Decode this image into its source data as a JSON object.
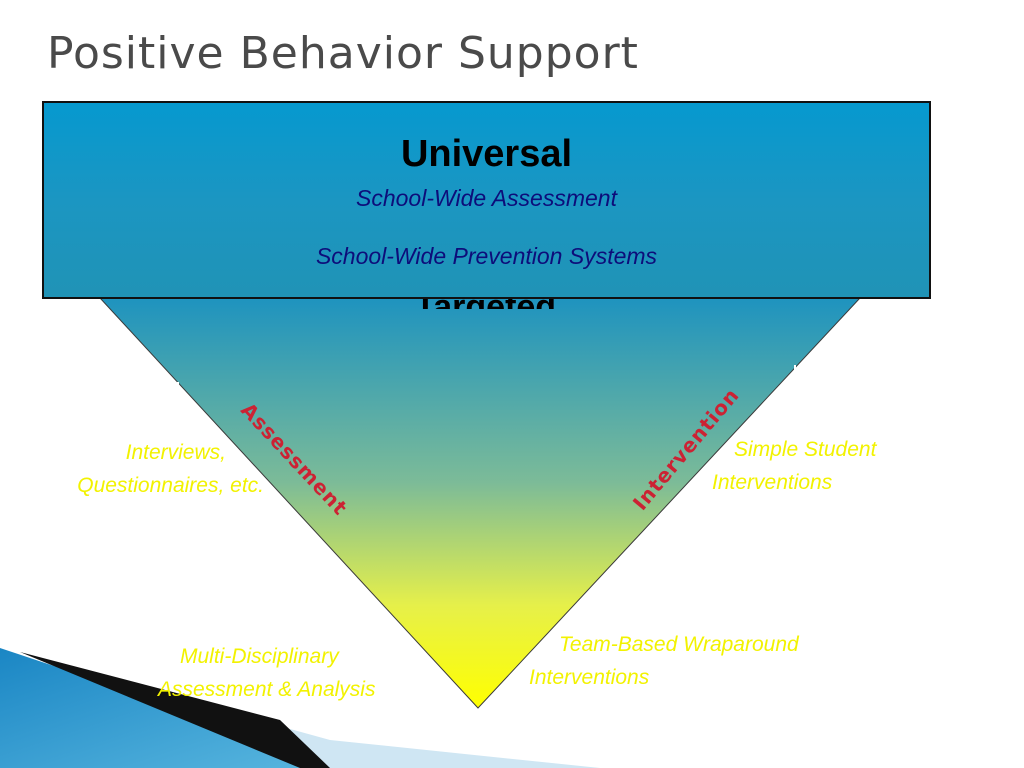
{
  "slide": {
    "title": "Positive Behavior Support"
  },
  "universal": {
    "title": "Universal",
    "line1": "School-Wide Assessment",
    "line2": "School-Wide Prevention Systems"
  },
  "targeted_peek": "Targeted",
  "axis_labels": {
    "assessment": "Assessment",
    "intervention": "Intervention"
  },
  "left_labels": {
    "upper": [
      "Interviews,",
      "Questionnaires, etc."
    ],
    "lower": [
      "Multi-Disciplinary",
      "Assessment & Analysis"
    ]
  },
  "right_labels": {
    "upper": [
      "Simple Student",
      "Interventions"
    ],
    "lower": [
      "Team-Based Wraparound",
      "Interventions"
    ]
  },
  "colors": {
    "title_text": "#4a4a4a",
    "universal_box": "#1b96c2",
    "funnel_top": "#1e93bf",
    "funnel_bottom": "#ffff00",
    "label_yellow": "#f2f200",
    "axis_red": "#cc2233"
  }
}
